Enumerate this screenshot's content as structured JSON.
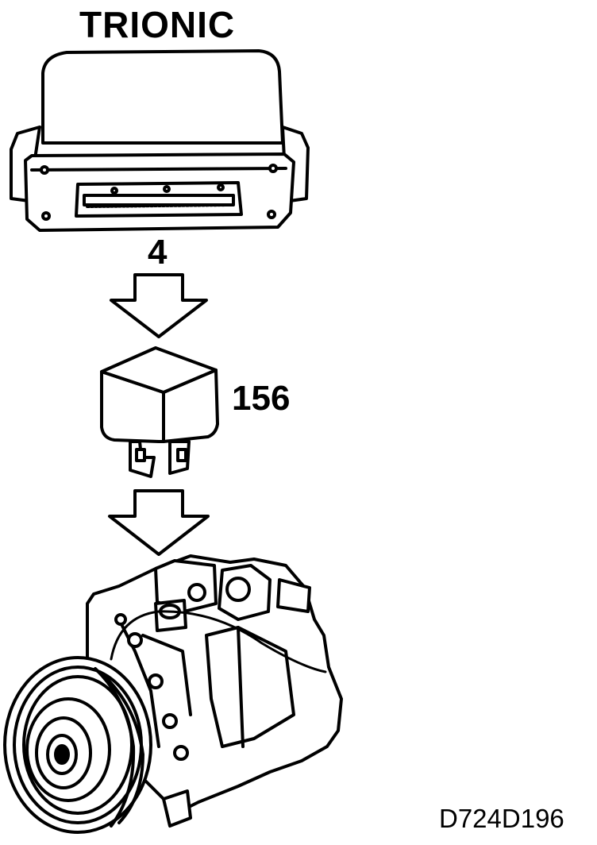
{
  "diagram": {
    "title": "TRIONIC",
    "control_module_ref": "4",
    "relay_ref": "156",
    "figure_code": "D724D196"
  },
  "components": [
    {
      "name": "trionic-control-module-icon"
    },
    {
      "name": "relay-icon"
    },
    {
      "name": "ac-compressor-icon"
    }
  ],
  "colors": {
    "line": "#000000",
    "fill": "#ffffff"
  }
}
